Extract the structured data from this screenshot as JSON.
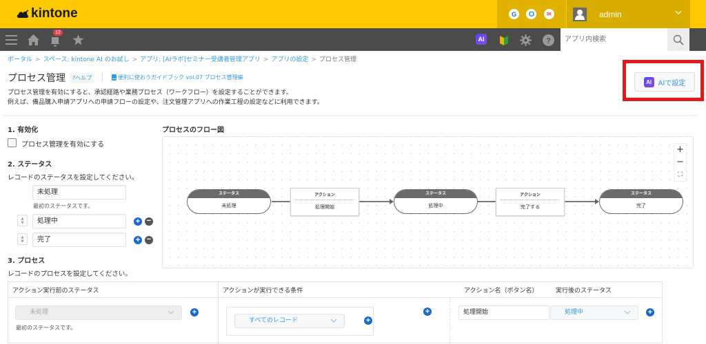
{
  "header": {
    "logo_text": "kintone",
    "icons": {
      "g": "G",
      "o": "O",
      "mail": "✉"
    },
    "user": {
      "name": "admin",
      "caret": "⌄"
    },
    "colors": {
      "brand_yellow": "#ffc900",
      "navbar": "#4b4b4b",
      "accent_blue": "#3498db"
    }
  },
  "navbar": {
    "notification_count": "12",
    "ai_label": "AI",
    "search_placeholder": "アプリ内検索"
  },
  "breadcrumb": {
    "items": [
      "ポータル",
      "スペース: kintone AI のお試し",
      "アプリ: [AIラボ]セミナー受講者管理アプリ",
      "アプリの設定",
      "プロセス管理"
    ],
    "separator": ">"
  },
  "page": {
    "title": "プロセス管理",
    "help_link": "?ヘルプ",
    "guide_link": "便利に使おうガイドブック vol.07 プロセス管理編",
    "description_line1": "プロセス管理を有効にすると、承認経路や業務プロセス（ワークフロー）を設定することができます。",
    "description_line2": "例えば、備品購入申請アプリへの申請フローの設定や、注文管理アプリへの作業工程の設定などに利用できます。",
    "ai_button": {
      "icon": "AI",
      "label": "AIで設定"
    }
  },
  "section1": {
    "heading": "1. 有効化",
    "checkbox_label": "プロセス管理を有効にする",
    "checked": false
  },
  "section2": {
    "heading": "2. ステータス",
    "instruction": "レコードのステータスを設定してください。",
    "statuses": [
      {
        "value": "未処理",
        "note": "最初のステータスです。"
      },
      {
        "value": "処理中"
      },
      {
        "value": "完了"
      }
    ]
  },
  "section3": {
    "heading": "3. プロセス",
    "instruction": "レコードのプロセスを設定してください。"
  },
  "flow": {
    "title": "プロセスのフロー図",
    "zoom_in": "+",
    "zoom_out": "−",
    "fit": "⛶",
    "status_header": "ステータス",
    "action_header": "アクション",
    "states": [
      "未処理",
      "処理中",
      "完了"
    ],
    "actions": [
      "処理開始",
      "完了する"
    ]
  },
  "process_table": {
    "headers": [
      "アクション実行前のステータス",
      "アクションが実行できる条件",
      "アクション名（ボタン名）",
      "実行後のステータス"
    ],
    "rows": [
      {
        "before_status": "未処理",
        "before_note": "最初のステータスです。",
        "condition": "すべてのレコード",
        "action_name": "処理開始",
        "after_status": "処理中"
      }
    ]
  }
}
